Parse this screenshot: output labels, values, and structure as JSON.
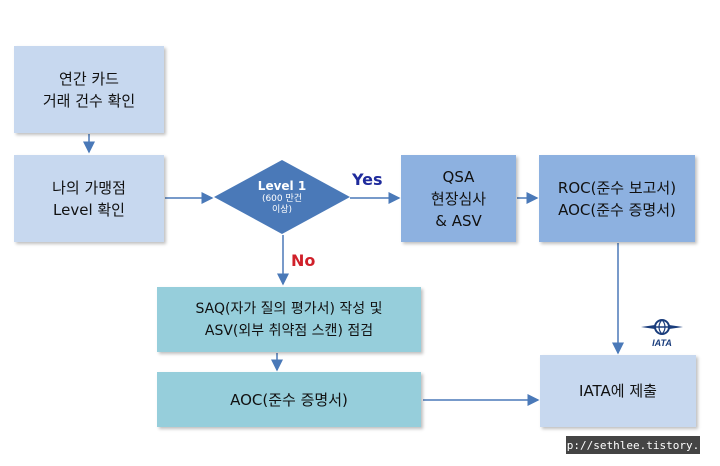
{
  "nodes": {
    "annual_card": "연간 카드\n거래 건수 확인",
    "merchant_level": "나의 가맹점\nLevel 확인",
    "level1_title": "Level 1",
    "level1_sub": "(600 만건\n이상)",
    "qsa": "QSA\n현장심사\n& ASV",
    "roc_aoc": "ROC(준수 보고서)\nAOC(준수 증명서)",
    "saq": "SAQ(자가 질의 평가서) 작성 및\nASV(외부 취약점 스캔) 점검",
    "aoc": "AOC(준수 증명서)",
    "iata_submit": "IATA에 제출"
  },
  "edges": {
    "yes": "Yes",
    "no": "No"
  },
  "logo": {
    "iata": "IATA"
  },
  "watermark": "http://sethlee.tistory.com",
  "colors": {
    "light_box": "#c7d8ef",
    "mid_box": "#8db1e0",
    "teal_box": "#96cedb",
    "diamond": "#4a79b8",
    "arrow": "#4a79b8",
    "yes_text": "#1f2b9c",
    "no_text": "#d0202a"
  }
}
